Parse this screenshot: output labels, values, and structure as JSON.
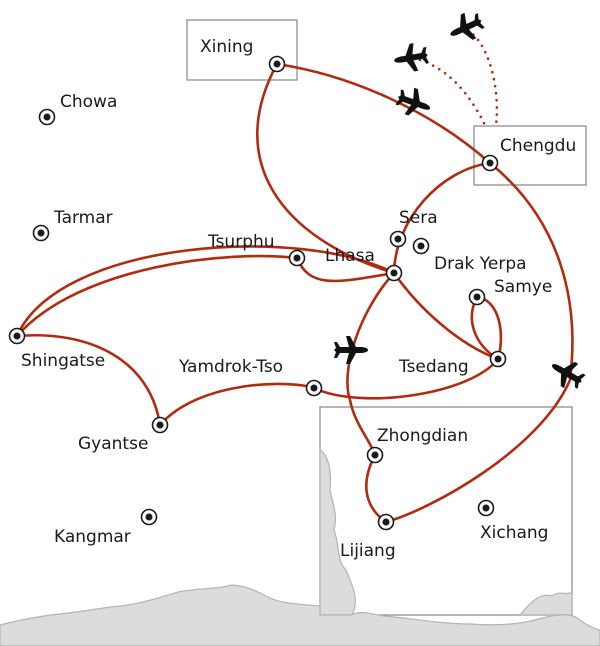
{
  "map": {
    "route_color": "#b22a10",
    "land_color": "#dcdcdc",
    "cities": [
      {
        "id": "xining",
        "label": "Xining"
      },
      {
        "id": "chowa",
        "label": "Chowa"
      },
      {
        "id": "chengdu",
        "label": "Chengdu"
      },
      {
        "id": "tarmar",
        "label": "Tarmar"
      },
      {
        "id": "sera",
        "label": "Sera"
      },
      {
        "id": "tsurphu",
        "label": "Tsurphu"
      },
      {
        "id": "lhasa",
        "label": "Lhasa"
      },
      {
        "id": "drak-yerpa",
        "label": "Drak Yerpa"
      },
      {
        "id": "samye",
        "label": "Samye"
      },
      {
        "id": "shingatse",
        "label": "Shingatse"
      },
      {
        "id": "yamdrok-tso",
        "label": "Yamdrok-Tso"
      },
      {
        "id": "tsedang",
        "label": "Tsedang"
      },
      {
        "id": "gyantse",
        "label": "Gyantse"
      },
      {
        "id": "zhongdian",
        "label": "Zhongdian"
      },
      {
        "id": "kangmar",
        "label": "Kangmar"
      },
      {
        "id": "xichang",
        "label": "Xichang"
      },
      {
        "id": "lijiang",
        "label": "Lijiang"
      }
    ],
    "routes": [
      {
        "from": "xining",
        "to": "chengdu",
        "mode": "flight"
      },
      {
        "from": "xining",
        "to": "lhasa",
        "mode": "road"
      },
      {
        "from": "chengdu",
        "to": "lhasa",
        "mode": "road"
      },
      {
        "from": "chengdu",
        "to": "lijiang",
        "mode": "flight"
      },
      {
        "from": "lhasa",
        "to": "shingatse",
        "mode": "road"
      },
      {
        "from": "lhasa",
        "to": "tsurphu",
        "mode": "road"
      },
      {
        "from": "lhasa",
        "to": "tsedang",
        "mode": "road"
      },
      {
        "from": "lhasa",
        "to": "zhongdian",
        "mode": "flight"
      },
      {
        "from": "shingatse",
        "to": "gyantse",
        "mode": "road"
      },
      {
        "from": "gyantse",
        "to": "tsedang",
        "mode": "road"
      },
      {
        "from": "samye",
        "to": "tsedang",
        "mode": "road"
      },
      {
        "from": "zhongdian",
        "to": "lijiang",
        "mode": "road"
      }
    ]
  }
}
